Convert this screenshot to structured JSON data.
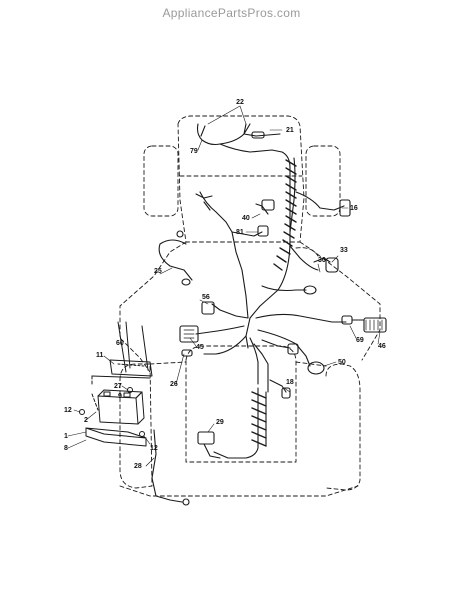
{
  "header": {
    "watermark": "AppliancePartsPros.com"
  },
  "callouts": [
    "22",
    "21",
    "79",
    "16",
    "40",
    "81",
    "33",
    "30",
    "25",
    "56",
    "45",
    "69",
    "46",
    "50",
    "60",
    "11",
    "27",
    "26",
    "18",
    "12",
    "2",
    "9",
    "1",
    "8",
    "29",
    "28"
  ],
  "colors": {
    "line": "#1a1a1a",
    "background": "#ffffff",
    "watermark": "#9a9a9a"
  }
}
